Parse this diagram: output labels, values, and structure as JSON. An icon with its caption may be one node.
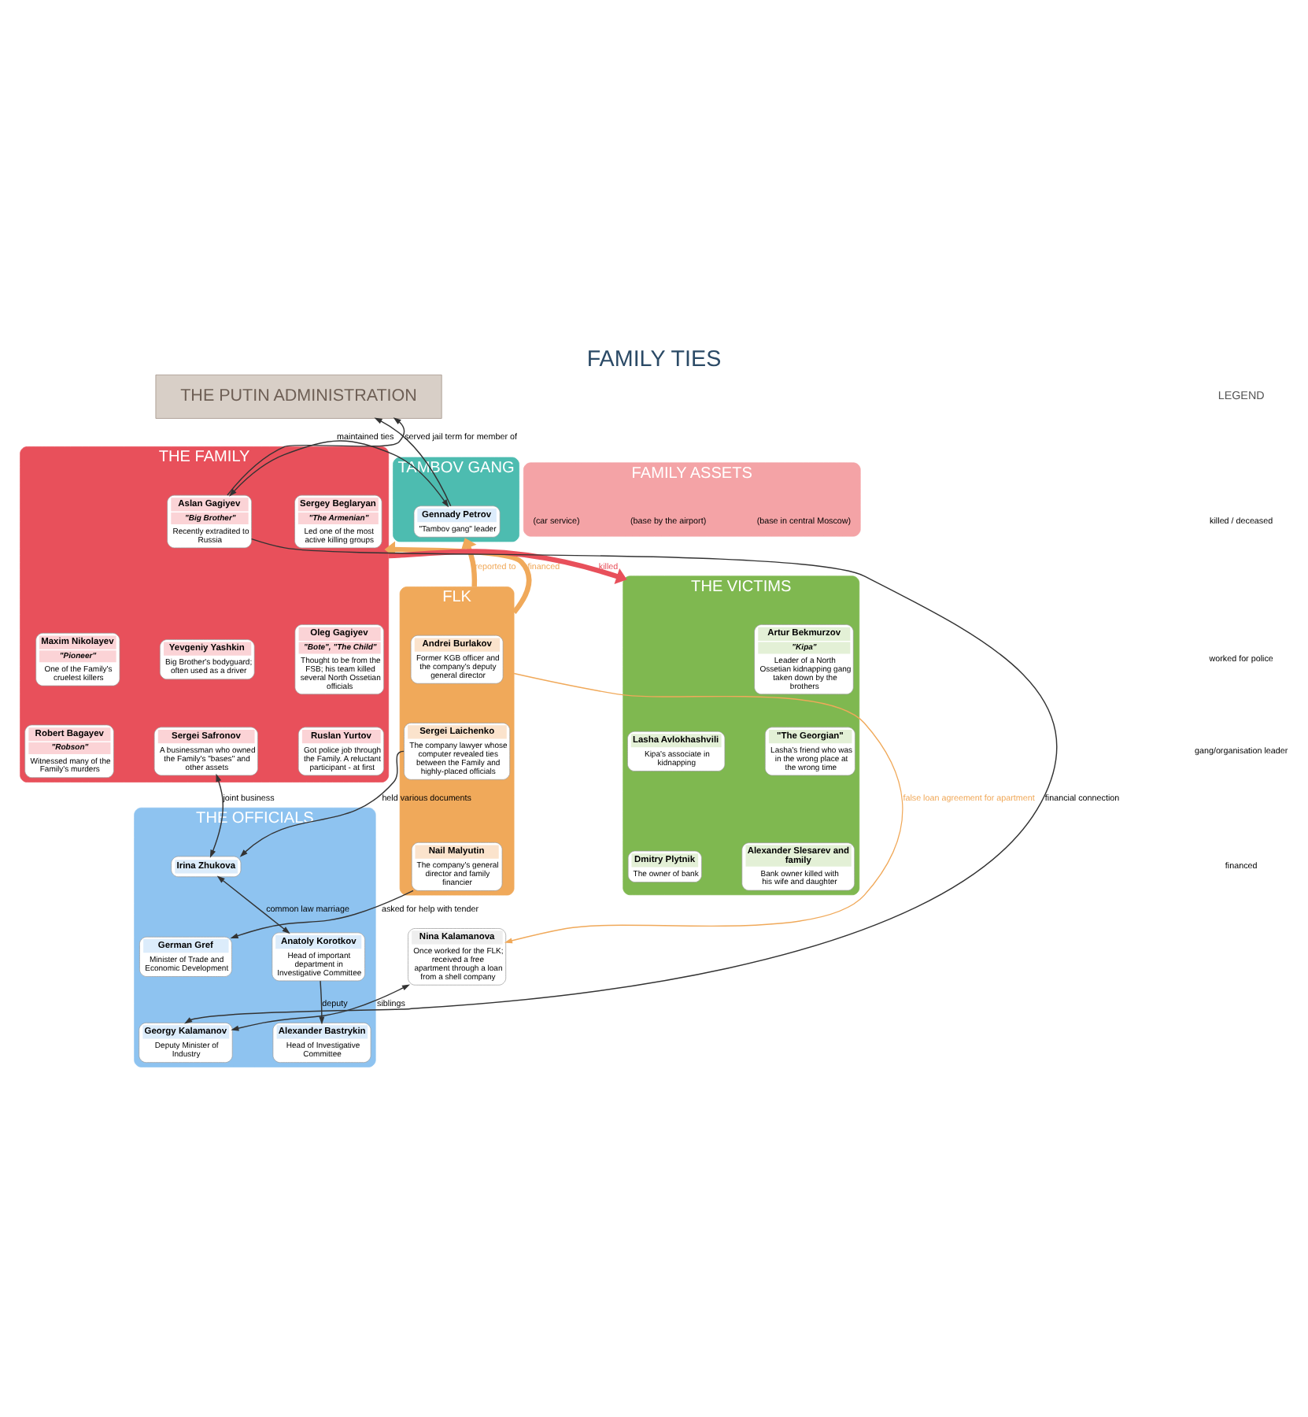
{
  "diagram": {
    "title": "FAMILY TIES",
    "nodes": [
      {
        "text": [
          "THE PUTIN ADMINISTRATION"
        ]
      },
      {
        "text": [
          "TAMBOV GANG"
        ]
      },
      {
        "text": [
          "Gennady Petrov",
          "\"Tambov gang\" leader"
        ],
        "in": 1
      },
      {
        "text": [
          "THE FAMILY"
        ]
      },
      {
        "text": [
          "Aslan Gagiyev",
          "\"Big Brother\"",
          "Recently extradited to Russia"
        ],
        "in": 3
      },
      {
        "text": [
          "Sergey Beglaryan",
          "\"The Armenian\"",
          "Led one of the most active killing groups"
        ],
        "in": 3
      },
      {
        "text": [
          "Maxim Nikolayev",
          "\"Pioneer\"",
          "One of the Family's cruelest killers"
        ],
        "in": 3
      },
      {
        "text": [
          "Yevgeniy Yashkin",
          "Big Brother's bodyguard; often used as a driver"
        ],
        "in": 3
      },
      {
        "text": [
          "Oleg Gagiyev",
          "\"Bote\", \"The Child\"",
          "Thought to be from the FSB; his team killed several North Ossetian officials"
        ],
        "in": 3
      },
      {
        "text": [
          "Robert Bagayev",
          "\"Robson\"",
          "Witnessed many of the Family's murders"
        ],
        "in": 3
      },
      {
        "text": [
          "Sergei Safronov",
          "A businessman who owned the Family's \"bases\" and other assets"
        ],
        "in": 3
      },
      {
        "text": [
          "Ruslan Yurtov",
          "Got police job through the Family. A reluctant participant - at first"
        ],
        "in": 3
      },
      {
        "text": [
          "FAMILY ASSETS"
        ]
      },
      {
        "text": [
          "(car service)"
        ],
        "in": 12
      },
      {
        "text": [
          "(base by the airport)"
        ],
        "in": 12
      },
      {
        "text": [
          "(base in central Moscow)"
        ],
        "in": 12
      },
      {
        "text": [
          "FLK"
        ]
      },
      {
        "text": [
          "Andrei Burlakov",
          "Former KGB officer and the company's deputy general director"
        ],
        "in": 16
      },
      {
        "text": [
          "Sergei Laichenko",
          "The company lawyer whose computer revealed ties between the Family and highly-placed officials"
        ],
        "in": 16
      },
      {
        "text": [
          "Nail Malyutin",
          "The company's general director and family financier"
        ],
        "in": 16
      },
      {
        "text": [
          "Nina Kalamanova",
          "Once worked for the FLK; received a free apartment through a loan from a shell company"
        ]
      },
      {
        "text": [
          "THE VICTIMS"
        ]
      },
      {
        "text": [
          "Artur Bekmurzov",
          "\"Kipa\"",
          "Leader of a North Ossetian kidnapping gang taken down by the brothers"
        ],
        "in": 21
      },
      {
        "text": [
          "Lasha Avlokhashvili",
          "Kipa's associate in kidnapping"
        ],
        "in": 21
      },
      {
        "text": [
          "\"The Georgian\"",
          "Lasha's friend who was in the wrong place at the wrong time"
        ],
        "in": 21
      },
      {
        "text": [
          "Dmitry Plytnik",
          "The owner of bank"
        ],
        "in": 21
      },
      {
        "text": [
          "Alexander Slesarev and family",
          "Bank owner killed with his wife and daughter"
        ],
        "in": 21
      },
      {
        "text": [
          "THE OFFICIALS"
        ]
      },
      {
        "text": [
          "Irina Zhukova"
        ],
        "in": 27
      },
      {
        "text": [
          "German Gref",
          "Minister of Trade and Economic Development"
        ],
        "in": 27
      },
      {
        "text": [
          "Anatoly Korotkov",
          "Head of important department in Investigative Committee"
        ],
        "in": 27
      },
      {
        "text": [
          "Georgy Kalamanov",
          "Deputy Minister of Industry"
        ],
        "in": 27
      },
      {
        "text": [
          "Alexander Bastrykin",
          "Head of Investigative Committee"
        ],
        "in": 27
      }
    ],
    "edges": [
      {
        "from": 2,
        "to": 0,
        "arrow": "to"
      },
      {
        "from": 4,
        "to": 0,
        "arrow": "to",
        "label": "served jail term for member of"
      },
      {
        "from": 2,
        "to": 4,
        "arrow": "both",
        "label": "maintained ties"
      },
      {
        "from": 16,
        "to": 1,
        "arrow": "to",
        "label": "reported to",
        "style": "thick",
        "color": "#f0a95a"
      },
      {
        "from": 16,
        "to": 3,
        "arrow": "to",
        "label": "financed",
        "style": "thick",
        "color": "#f0a95a"
      },
      {
        "from": 3,
        "to": 21,
        "arrow": "to",
        "label": "killed",
        "style": "thick",
        "color": "#e8505b"
      },
      {
        "from": 4,
        "to": 31,
        "arrow": "to",
        "label": "financial connection"
      },
      {
        "from": 18,
        "to": 28,
        "arrow": "to",
        "label": "held various documents"
      },
      {
        "from": 19,
        "to": 29,
        "arrow": "to",
        "label": "asked for help with tender"
      },
      {
        "from": 16,
        "to": 20,
        "arrow": "to",
        "label": "false loan agreement for apartment",
        "color": "#f0a95a"
      },
      {
        "from": 20,
        "to": 31,
        "arrow": "both",
        "label": "siblings"
      },
      {
        "from": 10,
        "to": 28,
        "arrow": "both",
        "label": "joint business"
      },
      {
        "from": 28,
        "to": 30,
        "arrow": "both",
        "label": "common law marriage"
      },
      {
        "from": 30,
        "to": 32,
        "arrow": "to",
        "label": "deputy"
      }
    ],
    "labels": [
      "LEGEND"
    ],
    "legend": [
      {
        "text": "killed / deceased"
      },
      {
        "text": "worked for police"
      },
      {
        "text": "gang/organisation leader"
      },
      {
        "text": "financed"
      }
    ]
  }
}
